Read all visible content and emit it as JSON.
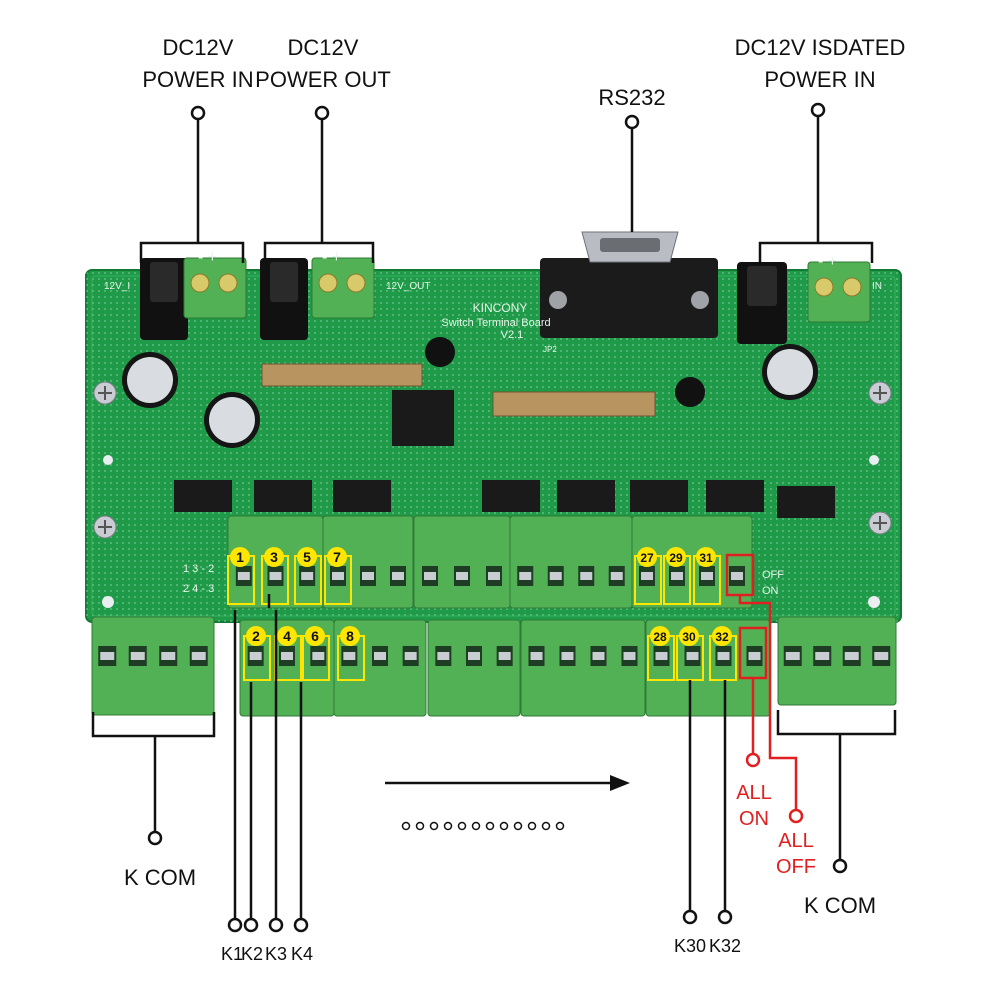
{
  "labels": {
    "power_in": [
      "DC12V",
      "POWER IN"
    ],
    "power_out": [
      "DC12V",
      "POWER OUT"
    ],
    "rs232": "RS232",
    "isolated_in": [
      "DC12V  ISDATED",
      "POWER IN"
    ],
    "k_com_left": "K COM",
    "k_com_right": "K COM",
    "all_on": [
      "ALL",
      "ON"
    ],
    "all_off": [
      "ALL",
      "OFF"
    ],
    "k1": "K1",
    "k2": "K2",
    "k3": "K3",
    "k4": "K4",
    "k30": "K30",
    "k32": "K32"
  },
  "board": {
    "brand": "KINCONY",
    "model": "Switch Terminal Board",
    "version": "V2.1",
    "silk_12v_in": "12V_I",
    "silk_12v_out": "12V_OUT",
    "silk_in": "IN",
    "silk_jp2": "JP2",
    "silk_off": "OFF",
    "silk_on": "ON",
    "silk_rows": [
      "1 3 - 2",
      "2 4 - 3"
    ],
    "plus_minus": "- +"
  },
  "terminal_numbers": {
    "top": [
      "1",
      "3",
      "5",
      "7",
      "27",
      "29",
      "31"
    ],
    "bottom": [
      "2",
      "4",
      "6",
      "8",
      "28",
      "30",
      "32"
    ]
  },
  "colors": {
    "pcb": "#1e9a48",
    "terminal": "#52b055",
    "marker": "#ffe600",
    "accent_red": "#e02020"
  }
}
